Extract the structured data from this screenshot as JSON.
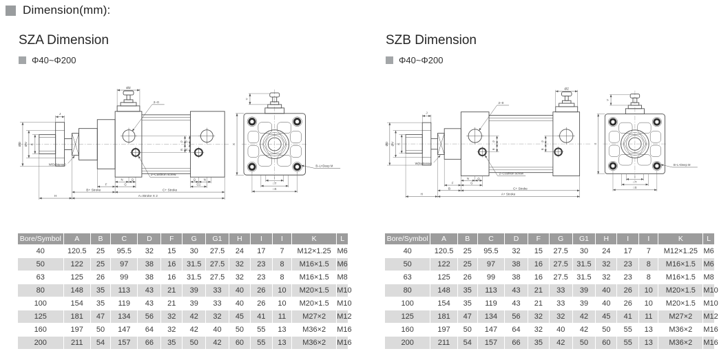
{
  "page": {
    "title": "Dimension(mm):"
  },
  "sections": [
    {
      "heading": "SZA Dimension",
      "range": "Φ40~Φ200",
      "drawing": {
        "labels": {
          "dia_z": "ØZ",
          "dia_d": "ØD",
          "dia_v": "ØV",
          "k": "K",
          "j": "J",
          "w": "W(Subtense)",
          "port": "2–0",
          "cushion_screw": "2–Cushion screw",
          "p": "P",
          "r": "R",
          "n": "N",
          "q": "Q",
          "g": "G",
          "g1": "G1",
          "f": "F",
          "b": "B+ Stroke",
          "c": "C+ Stroke",
          "a": "A=Stroke X 2",
          "h": "H",
          "y": "Y",
          "x": "X",
          "i": "I",
          "t": "□T",
          "s": "□S",
          "bolt": "B–L×Deep M"
        }
      },
      "table": {
        "columns": [
          "Bore/Symbol",
          "A",
          "B",
          "C",
          "D",
          "F",
          "G",
          "G1",
          "H",
          "I",
          "I",
          "K",
          "L"
        ],
        "rows": [
          [
            "40",
            "120.5",
            "25",
            "95.5",
            "32",
            "15",
            "30",
            "27.5",
            "24",
            "17",
            "7",
            "M12×1.25",
            "M6"
          ],
          [
            "50",
            "122",
            "25",
            "97",
            "38",
            "16",
            "31.5",
            "27.5",
            "32",
            "23",
            "8",
            "M16×1.5",
            "M6"
          ],
          [
            "63",
            "125",
            "26",
            "99",
            "38",
            "16",
            "31.5",
            "27.5",
            "32",
            "23",
            "8",
            "M16×1.5",
            "M8"
          ],
          [
            "80",
            "148",
            "35",
            "113",
            "43",
            "21",
            "39",
            "33",
            "40",
            "26",
            "10",
            "M20×1.5",
            "M10"
          ],
          [
            "100",
            "154",
            "35",
            "119",
            "43",
            "21",
            "39",
            "33",
            "40",
            "26",
            "10",
            "M20×1.5",
            "M10"
          ],
          [
            "125",
            "181",
            "47",
            "134",
            "56",
            "32",
            "42",
            "32",
            "45",
            "41",
            "11",
            "M27×2",
            "M12"
          ],
          [
            "160",
            "197",
            "50",
            "147",
            "64",
            "32",
            "42",
            "40",
            "50",
            "55",
            "13",
            "M36×2",
            "M16"
          ],
          [
            "200",
            "211",
            "54",
            "157",
            "66",
            "35",
            "50",
            "42",
            "60",
            "55",
            "13",
            "M36×2",
            "M16"
          ]
        ]
      }
    },
    {
      "heading": "SZB Dimension",
      "range": "Φ40~Φ200",
      "drawing": {
        "labels": {
          "dia_z": "ØZ",
          "dia_d": "ØD",
          "dia_v": "ØV",
          "k": "K",
          "j": "J",
          "w": "W(Subtense)",
          "port": "2–0",
          "cushion_screw": "2–Cushion screw",
          "p": "P",
          "r": "R",
          "n": "N",
          "q": "Q",
          "g": "G",
          "g1": "G1",
          "f": "F",
          "b": "B",
          "c": "C+ Stroke",
          "a": "A+ Stroke",
          "h": "H",
          "y": "Y",
          "x": "X",
          "i": "I",
          "t": "□T",
          "s": "□S",
          "bolt": "B–L×Deep M"
        }
      },
      "table": {
        "columns": [
          "Bore/Symbol",
          "A",
          "B",
          "C",
          "D",
          "F",
          "G",
          "G1",
          "H",
          "I",
          "I",
          "K",
          "L"
        ],
        "rows": [
          [
            "40",
            "120.5",
            "25",
            "95.5",
            "32",
            "15",
            "27.5",
            "30",
            "24",
            "17",
            "7",
            "M12×1.25",
            "M6"
          ],
          [
            "50",
            "122",
            "25",
            "97",
            "38",
            "16",
            "27.5",
            "31.5",
            "32",
            "23",
            "8",
            "M16×1.5",
            "M6"
          ],
          [
            "63",
            "125",
            "26",
            "99",
            "38",
            "16",
            "27.5",
            "31.5",
            "32",
            "23",
            "8",
            "M16×1.5",
            "M8"
          ],
          [
            "80",
            "148",
            "35",
            "113",
            "43",
            "21",
            "33",
            "39",
            "40",
            "26",
            "10",
            "M20×1.5",
            "M10"
          ],
          [
            "100",
            "154",
            "35",
            "119",
            "43",
            "21",
            "33",
            "39",
            "40",
            "26",
            "10",
            "M20×1.5",
            "M10"
          ],
          [
            "125",
            "181",
            "47",
            "134",
            "56",
            "32",
            "32",
            "42",
            "45",
            "41",
            "11",
            "M27×2",
            "M12"
          ],
          [
            "160",
            "197",
            "50",
            "147",
            "64",
            "32",
            "40",
            "42",
            "50",
            "55",
            "13",
            "M36×2",
            "M16"
          ],
          [
            "200",
            "211",
            "54",
            "157",
            "66",
            "35",
            "42",
            "50",
            "60",
            "55",
            "13",
            "M36×2",
            "M16"
          ]
        ]
      }
    }
  ]
}
